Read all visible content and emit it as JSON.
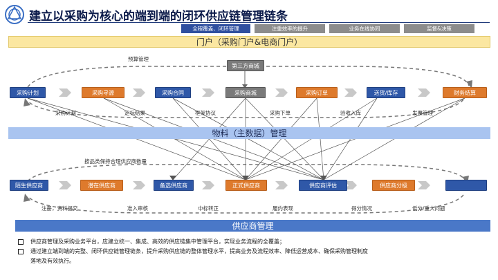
{
  "header": {
    "title": "建立以采购为核心的端到端的闭环供应链管理链条"
  },
  "tabs": [
    {
      "label": "全程覆盖、闭环管理",
      "active": true
    },
    {
      "label": "注重效率的提升",
      "active": false
    },
    {
      "label": "业务在线协同",
      "active": false
    },
    {
      "label": "监督&决策",
      "active": false
    }
  ],
  "bands": {
    "portal": "门户（采购门户&电商门户）",
    "material": "物料（主数据）管理",
    "supply": "供应商管理"
  },
  "top_flow": {
    "third_party": "第三方商城",
    "budget_label": "预算管理",
    "nodes": [
      "采购计划",
      "采购寻源",
      "采购合同",
      "采购商城",
      "采购订单",
      "送货/库存",
      "财务结算"
    ],
    "labels": [
      "采购计划",
      "定标结果",
      "框架协议",
      "采购下单",
      "验收入库",
      "发票管理"
    ]
  },
  "bottom_flow": {
    "pool_label": "按品类保持合理供应商数量",
    "nodes": [
      "陌生供应商",
      "潜在供应商",
      "备选供应商",
      "正式供应商",
      "供应商评估",
      "供应商分级",
      ""
    ],
    "labels": [
      "注册，资料提交",
      "准入审核",
      "中标转正",
      "履约表现",
      "得分情况",
      "低分/重大问题"
    ]
  },
  "bullets": [
    "供应商管理及采购业务平台，应建立统一、集成、高效的供应链集中管理平台，实现业务流程的全覆盖；",
    "通过建立端到端的完整、闭环供应链管理链条，提升采购供应链的整体管理水平，提高业务及流程效率、降低运营成本、确保采购管理制度",
    "落地及有效执行。"
  ],
  "colors": {
    "blue": "#2f58a8",
    "orange": "#de7a2c",
    "gray": "#7a7a7a",
    "portal": "#fbe7a1",
    "material": "#a9c4f0",
    "supply": "#4a78c8"
  }
}
